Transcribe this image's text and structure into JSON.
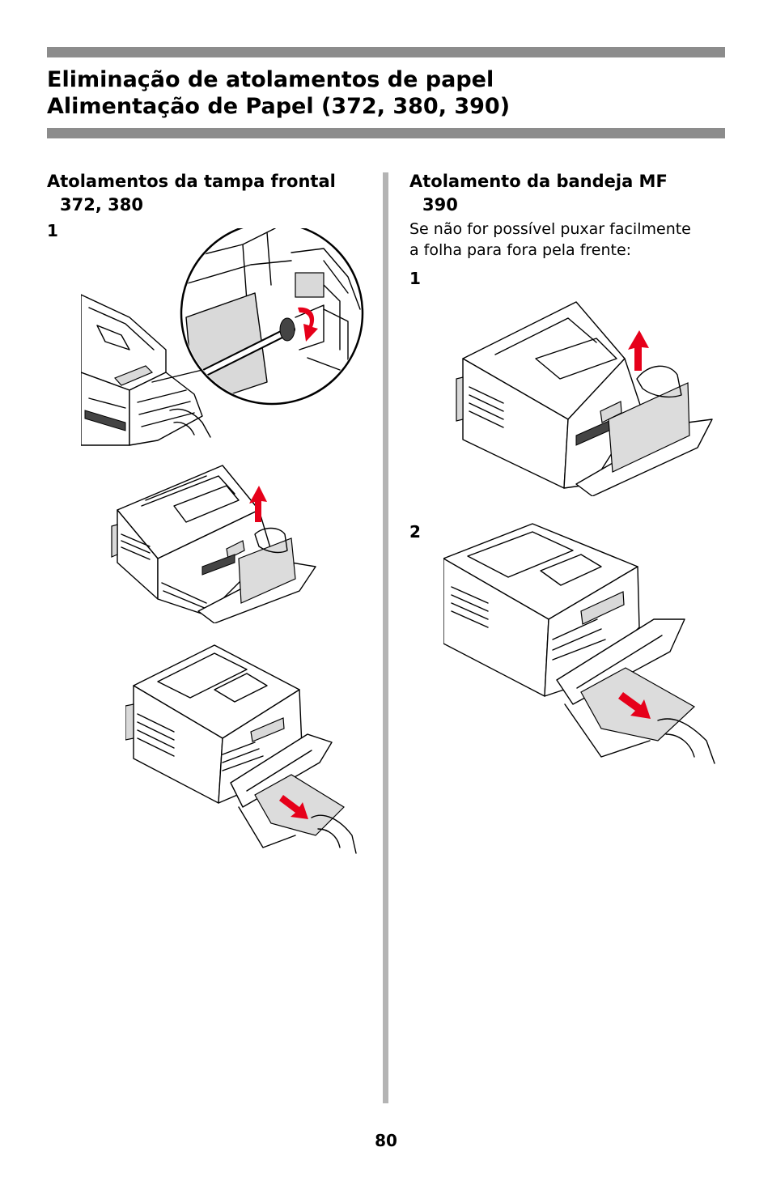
{
  "header": {
    "title_line1": "Eliminação de atolamentos de papel",
    "title_line2": "Alimentação de Papel (372, 380, 390)"
  },
  "left_column": {
    "heading": "Atolamentos da tampa frontal",
    "models": "372, 380",
    "step1": "1"
  },
  "right_column": {
    "heading": "Atolamento da bandeja MF",
    "models": "390",
    "intro_line1": "Se não for possível puxar facilmente",
    "intro_line2": "a folha para fora pela frente:",
    "step1": "1",
    "step2": "2"
  },
  "footer": {
    "page_number": "80"
  },
  "colors": {
    "rule": "#8c8c8c",
    "divider": "#b4b4b4",
    "arrow": "#e6001a"
  }
}
